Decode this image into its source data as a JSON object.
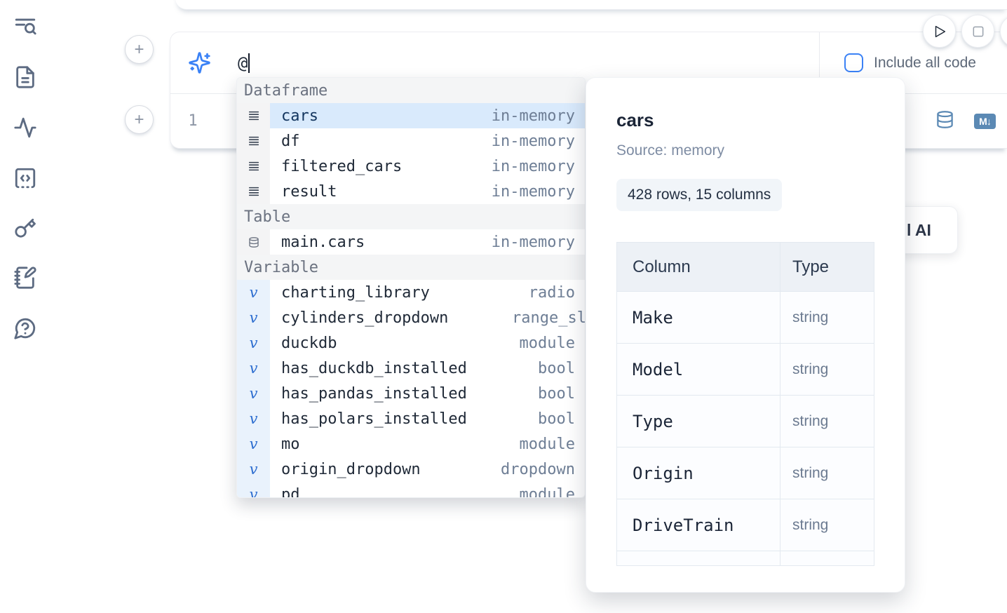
{
  "sidebar": {
    "icons": [
      "text-search",
      "file-text",
      "activity",
      "code-square",
      "key",
      "notebook-pen",
      "help-bubble"
    ]
  },
  "toolbar": {
    "run": "run",
    "stop": "stop"
  },
  "cell": {
    "ai_prompt": {
      "value": "@",
      "checkbox_checked": false,
      "include_all_code_label": "Include all code"
    },
    "code": {
      "line_number": "1",
      "markdown_badge": "M↓"
    }
  },
  "autocomplete": {
    "sections": [
      {
        "label": "Dataframe",
        "icon": "rows",
        "items": [
          {
            "name": "cars",
            "type": "in-memory",
            "selected": true
          },
          {
            "name": "df",
            "type": "in-memory"
          },
          {
            "name": "filtered_cars",
            "type": "in-memory"
          },
          {
            "name": "result",
            "type": "in-memory"
          }
        ]
      },
      {
        "label": "Table",
        "icon": "database",
        "items": [
          {
            "name": "main.cars",
            "type": "in-memory"
          }
        ]
      },
      {
        "label": "Variable",
        "icon": "variable",
        "items": [
          {
            "name": "charting_library",
            "type": "radio"
          },
          {
            "name": "cylinders_dropdown",
            "type": "range_slider",
            "clip": true
          },
          {
            "name": "duckdb",
            "type": "module"
          },
          {
            "name": "has_duckdb_installed",
            "type": "bool"
          },
          {
            "name": "has_pandas_installed",
            "type": "bool"
          },
          {
            "name": "has_polars_installed",
            "type": "bool"
          },
          {
            "name": "mo",
            "type": "module"
          },
          {
            "name": "origin_dropdown",
            "type": "dropdown"
          },
          {
            "name": "pd",
            "type": "module",
            "partial": true
          }
        ]
      }
    ]
  },
  "preview_panel": {
    "title": "cars",
    "source": "Source: memory",
    "stats": "428 rows, 15 columns",
    "table": {
      "headers": [
        "Column",
        "Type"
      ],
      "rows": [
        [
          "Make",
          "string"
        ],
        [
          "Model",
          "string"
        ],
        [
          "Type",
          "string"
        ],
        [
          "Origin",
          "string"
        ],
        [
          "DriveTrain",
          "string"
        ]
      ],
      "partial_row": true
    }
  },
  "ai_generate_button": {
    "visible_label": "l AI"
  }
}
